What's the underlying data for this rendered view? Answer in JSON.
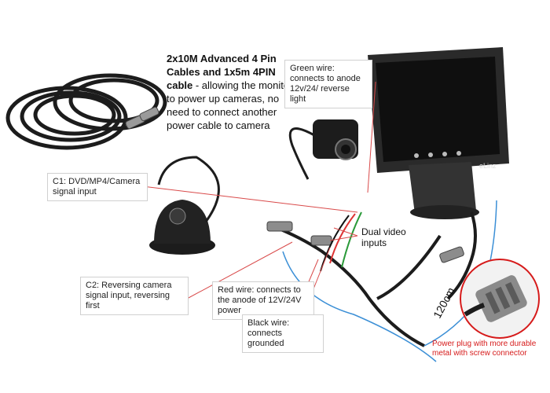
{
  "headline": {
    "bold": "2x10M Advanced 4 Pin Cables and 1x5m 4PIN cable",
    "rest": " - allowing the monitor to power up cameras, no need to connect another power cable to camera"
  },
  "callouts": {
    "green_wire": "Green wire: connects to anode 12v/24/ reverse light",
    "c1": "C1: DVD/MP4/Camera signal input",
    "dual_video": "Dual video inputs",
    "c2": "C2: Reversing camera signal input, reversing first",
    "red_wire": "Red wire: connects to the anode of 12V/24V power",
    "black_wire": "Black wire: connects grounded",
    "cable_length": "120cm",
    "power_plug": "Power plug with more durable metal with screw connector"
  },
  "monitor": {
    "brand": "eLinz"
  },
  "colors": {
    "leader": "#d94a4a",
    "blue_wire": "#3b8fd6",
    "red_text": "#d61b1b",
    "callout_border": "#d0d0d0"
  }
}
